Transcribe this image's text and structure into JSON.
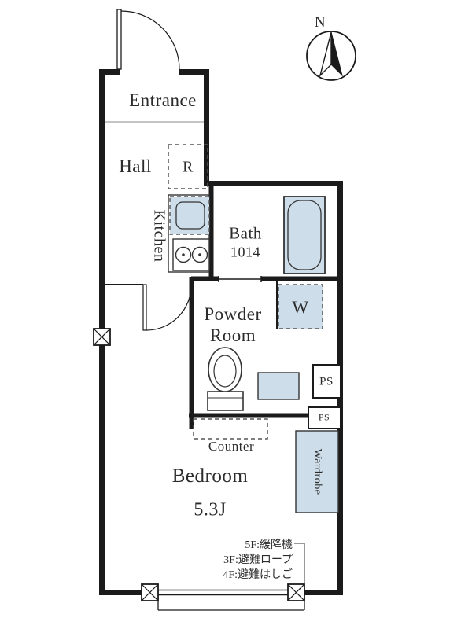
{
  "compass": {
    "north_label": "N"
  },
  "rooms": {
    "entrance": "Entrance",
    "hall": "Hall",
    "kitchen": "Kitchen",
    "bath_name": "Bath",
    "bath_size": "1014",
    "powder_line1": "Powder",
    "powder_line2": "Room",
    "bedroom_name": "Bedroom",
    "bedroom_size": "5.3J"
  },
  "fixtures": {
    "refrigerator": "R",
    "washer": "W",
    "pipe_space_upper": "PS",
    "pipe_space_lower": "PS",
    "counter": "Counter",
    "wardrobe": "Wardrobe"
  },
  "evacuation_notes": {
    "line1": "5F:緩降機",
    "line2": "3F:避難ロープ",
    "line3": "4F:避難はしご"
  },
  "colors": {
    "fixture_fill": "#cddeea",
    "wall": "#1b1b1b",
    "text": "#2b2b2b"
  }
}
